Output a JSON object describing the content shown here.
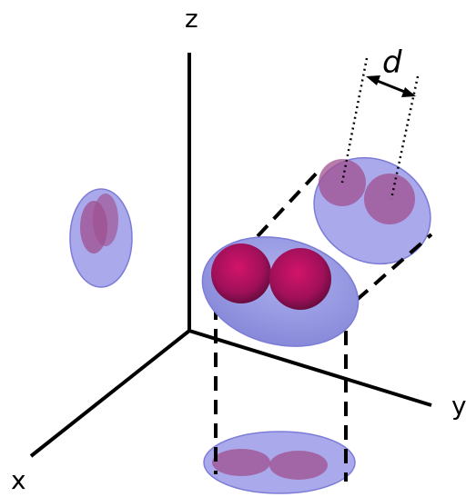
{
  "axes": {
    "x_label": "x",
    "y_label": "y",
    "z_label": "z"
  },
  "separation": {
    "label": "d"
  },
  "colors": {
    "shell_fill": "#9a9ae8",
    "shell_stroke": "#7c7cd8",
    "lobe_projection": "#a0508f",
    "lobe_main": "#c0145c",
    "axis": "#000000"
  }
}
